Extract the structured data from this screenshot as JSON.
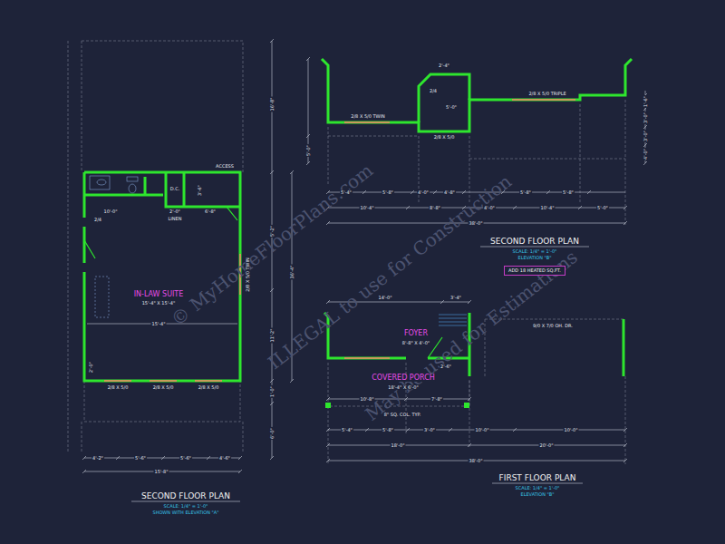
{
  "diagram": {
    "nodes": [
      {
        "text": [
          "ADD 18 HEATED SQ.FT."
        ]
      }
    ],
    "labels": [
      "ACCESS",
      "10'-0\"",
      "2/4",
      "D.C.",
      "2'-0\"",
      "LINEN",
      "6'-8\"",
      "3'-6\"",
      "IN-LAW SUITE",
      "15'-4\" X 15'-4\"",
      "15'-4\"",
      "2/8 X 5/0 TWIN",
      "2'-0\"",
      "2/8 X 5/0",
      "2/8 X 5/0",
      "2/8 X 5/0",
      "4'-2\"",
      "5'-6\"",
      "5'-6\"",
      "4'-6\"",
      "15'-8\"",
      "16'-8\"",
      "5'-2\"",
      "11'-2\"",
      "1'-0\"",
      "6'-0\"",
      "36'-4\"",
      "SECOND FLOOR PLAN",
      "SCALE: 1/4\" = 1'-0\"",
      "SHOWN WITH ELEVATION \"A\"",
      "2'-4\"",
      "2/4",
      "5'-0\"",
      "2/8 X 5/0 TWIN",
      "2/8 X 5/0",
      "2/8 X 5/0 TRIPLE",
      "5'-0\"",
      "1'-6\"",
      "3'-0\"",
      "3'-0\"",
      "4'-0\"",
      "5'-4\"",
      "5'-8\"",
      "4'-0\"",
      "4'-8\"",
      "5'-8\"",
      "5'-8\"",
      "10'-4\"",
      "8'-8\"",
      "4'-0\"",
      "10'-4\"",
      "5'-0\"",
      "38'-0\"",
      "SECOND FLOOR PLAN",
      "SCALE: 1/4\" = 1'-0\"",
      "ELEVATION \"B\"",
      "14'-0\"",
      "3'-4\"",
      "FOYER",
      "8'-8\" X 4'-0\"",
      "2'-6\"",
      "COVERED PORCH",
      "18'-4\" X 6'-0\"",
      "10'-8\"",
      "7'-8\"",
      "8\" SQ. COL. TYP.",
      "9/0 X 7/0 OH. DR.",
      "5'-4\"",
      "5'-8\"",
      "3'-0\"",
      "10'-0\"",
      "10'-0\"",
      "18'-0\"",
      "20'-0\"",
      "38'-0\"",
      "FIRST FLOOR PLAN",
      "SCALE: 1/4\" = 1'-0\"",
      "ELEVATION \"B\"",
      "© MyHomeFloorPlans.com",
      "ILLEGAL to use for Construction",
      "May be used for Estimations"
    ]
  }
}
